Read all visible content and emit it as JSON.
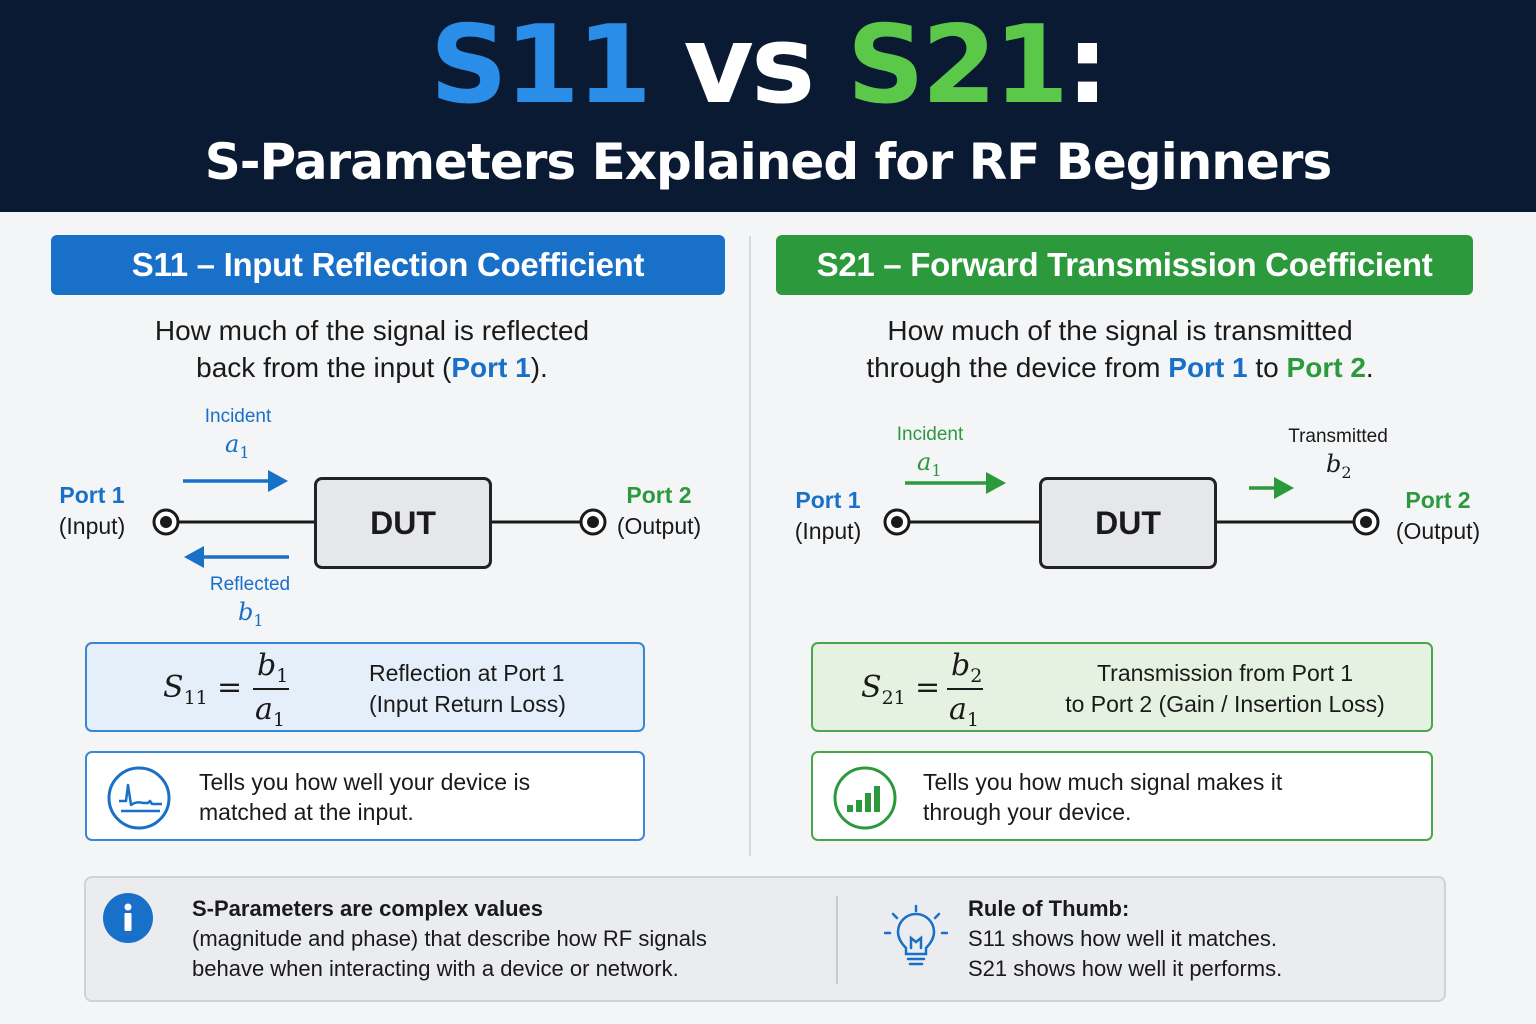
{
  "header": {
    "title_s11": "S11",
    "title_vs": " vs ",
    "title_s21": "S21",
    "title_colon": ":",
    "subtitle": "S-Parameters Explained for RF Beginners"
  },
  "left": {
    "banner": "S11 – Input Reflection Coefficient",
    "desc_line1": "How much of the signal is reflected",
    "desc_line2_pre": "back from the input (",
    "desc_port": "Port 1",
    "desc_line2_post": ").",
    "port1_name": "Port 1",
    "port1_role": "(Input)",
    "port2_name": "Port 2",
    "port2_role": "(Output)",
    "incident_label": "Incident",
    "incident_sym": "a",
    "incident_sub": "1",
    "reflected_label": "Reflected",
    "reflected_sym": "b",
    "reflected_sub": "1",
    "dut": "DUT",
    "formula": {
      "lhs": "S",
      "lhs_sub": "11",
      "equals": "=",
      "num": "b",
      "num_sub": "1",
      "den": "a",
      "den_sub": "1",
      "text_line1": "Reflection at Port 1",
      "text_line2": "(Input Return Loss)"
    },
    "info_line1": "Tells you how well your device is",
    "info_line2": "matched at the input.",
    "info_icon": "return-loss-plot-icon"
  },
  "right": {
    "banner": "S21 – Forward Transmission Coefficient",
    "desc_line1": "How much of the signal is transmitted",
    "desc_line2_pre": "through the device from ",
    "desc_port1": "Port 1",
    "desc_mid": " to ",
    "desc_port2": "Port 2",
    "desc_end": ".",
    "port1_name": "Port 1",
    "port1_role": "(Input)",
    "port2_name": "Port 2",
    "port2_role": "(Output)",
    "incident_label": "Incident",
    "incident_sym": "a",
    "incident_sub": "1",
    "transmitted_label": "Transmitted",
    "transmitted_sym": "b",
    "transmitted_sub": "2",
    "dut": "DUT",
    "formula": {
      "lhs": "S",
      "lhs_sub": "21",
      "equals": "=",
      "num": "b",
      "num_sub": "2",
      "den": "a",
      "den_sub": "1",
      "text_line1": "Transmission from Port 1",
      "text_line2": "to Port 2 (Gain / Insertion Loss)"
    },
    "info_line1": "Tells you how much signal makes it",
    "info_line2": "through your device.",
    "info_icon": "signal-bars-icon"
  },
  "footer": {
    "info_icon": "info-icon",
    "left_title": "S-Parameters are complex values",
    "left_line2": "(magnitude and phase) that describe how RF signals",
    "left_line3": "behave when interacting with a device or network.",
    "right_icon": "lightbulb-icon",
    "right_title": "Rule of Thumb:",
    "right_line2": "S11 shows how well it matches.",
    "right_line3": "S21 shows how well it performs."
  },
  "colors": {
    "header_bg": "#0b1a33",
    "s11_blue": "#2a8de8",
    "s21_green": "#5cc84a",
    "banner_blue": "#1870c8",
    "banner_green": "#2c9a3c"
  }
}
